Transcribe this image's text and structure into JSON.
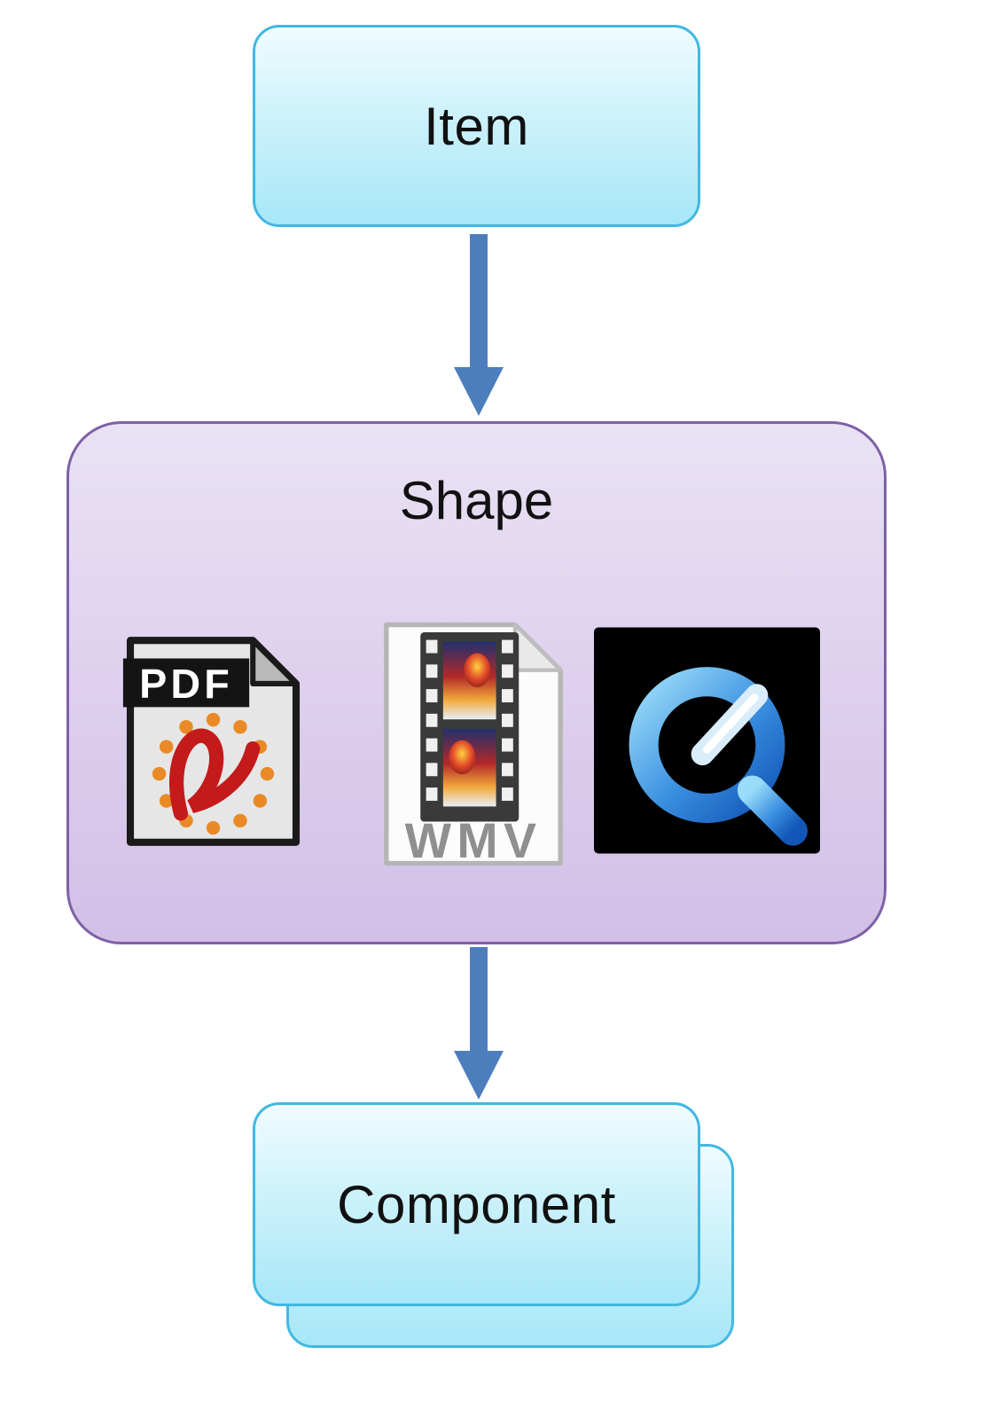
{
  "diagram": {
    "nodes": {
      "item": {
        "label": "Item"
      },
      "shape": {
        "label": "Shape",
        "icons": [
          {
            "name": "pdf-file-icon",
            "text": "PDF"
          },
          {
            "name": "wmv-file-icon",
            "text": "WMV"
          },
          {
            "name": "quicktime-icon",
            "text": ""
          }
        ]
      },
      "component": {
        "label": "Component",
        "stacked": true
      }
    },
    "connections": [
      {
        "from": "item",
        "to": "shape"
      },
      {
        "from": "shape",
        "to": "component"
      }
    ]
  },
  "colors": {
    "arrow-blue": "#4c7ebd",
    "cyan-border": "#41b8e1",
    "cyan-fill-top": "#f0fcfe",
    "cyan-fill-mid": "#cdf2fb",
    "cyan-fill-bottom": "#a7e7f8",
    "purple-border": "#7e60a6",
    "purple-fill-top": "#e9e2f4",
    "purple-fill-mid": "#ded0ee",
    "purple-fill-bottom": "#d2c0e7",
    "pdf-red": "#c41a1a",
    "pdf-orange": "#e98a26",
    "wmv-gray": "#8f8f8f",
    "quicktime-blue": "#1565c8"
  }
}
